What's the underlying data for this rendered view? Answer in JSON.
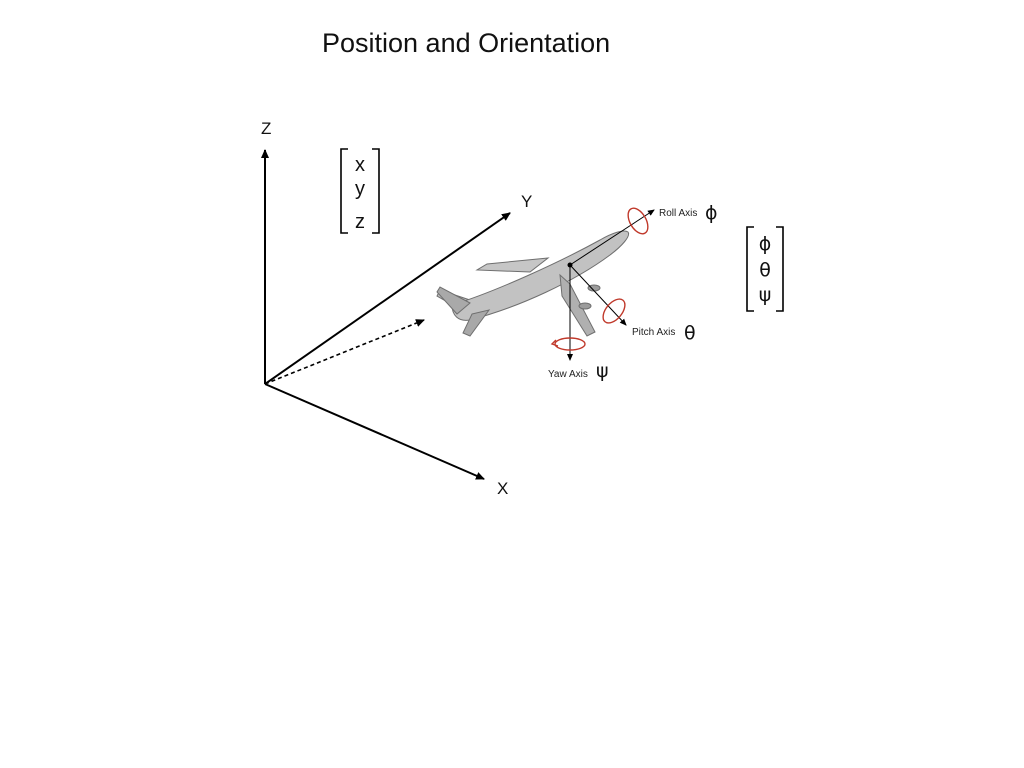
{
  "title": "Position and Orientation",
  "frame": {
    "axes": [
      {
        "label": "Z"
      },
      {
        "label": "Y"
      },
      {
        "label": "X"
      }
    ]
  },
  "position_vector": [
    "x",
    "y",
    "z"
  ],
  "orientation_vector": [
    "ϕ",
    "θ",
    "ψ"
  ],
  "aircraft_axes": {
    "roll": {
      "label": "Roll Axis",
      "symbol": "ϕ"
    },
    "pitch": {
      "label": "Pitch Axis",
      "symbol": "θ"
    },
    "yaw": {
      "label": "Yaw Axis",
      "symbol": "ψ"
    }
  },
  "colors": {
    "axis": "#000000",
    "aircraft": "#b8b8b8",
    "aircraft_outline": "#6f6f6f",
    "rotation_arrow": "#c0392b"
  }
}
